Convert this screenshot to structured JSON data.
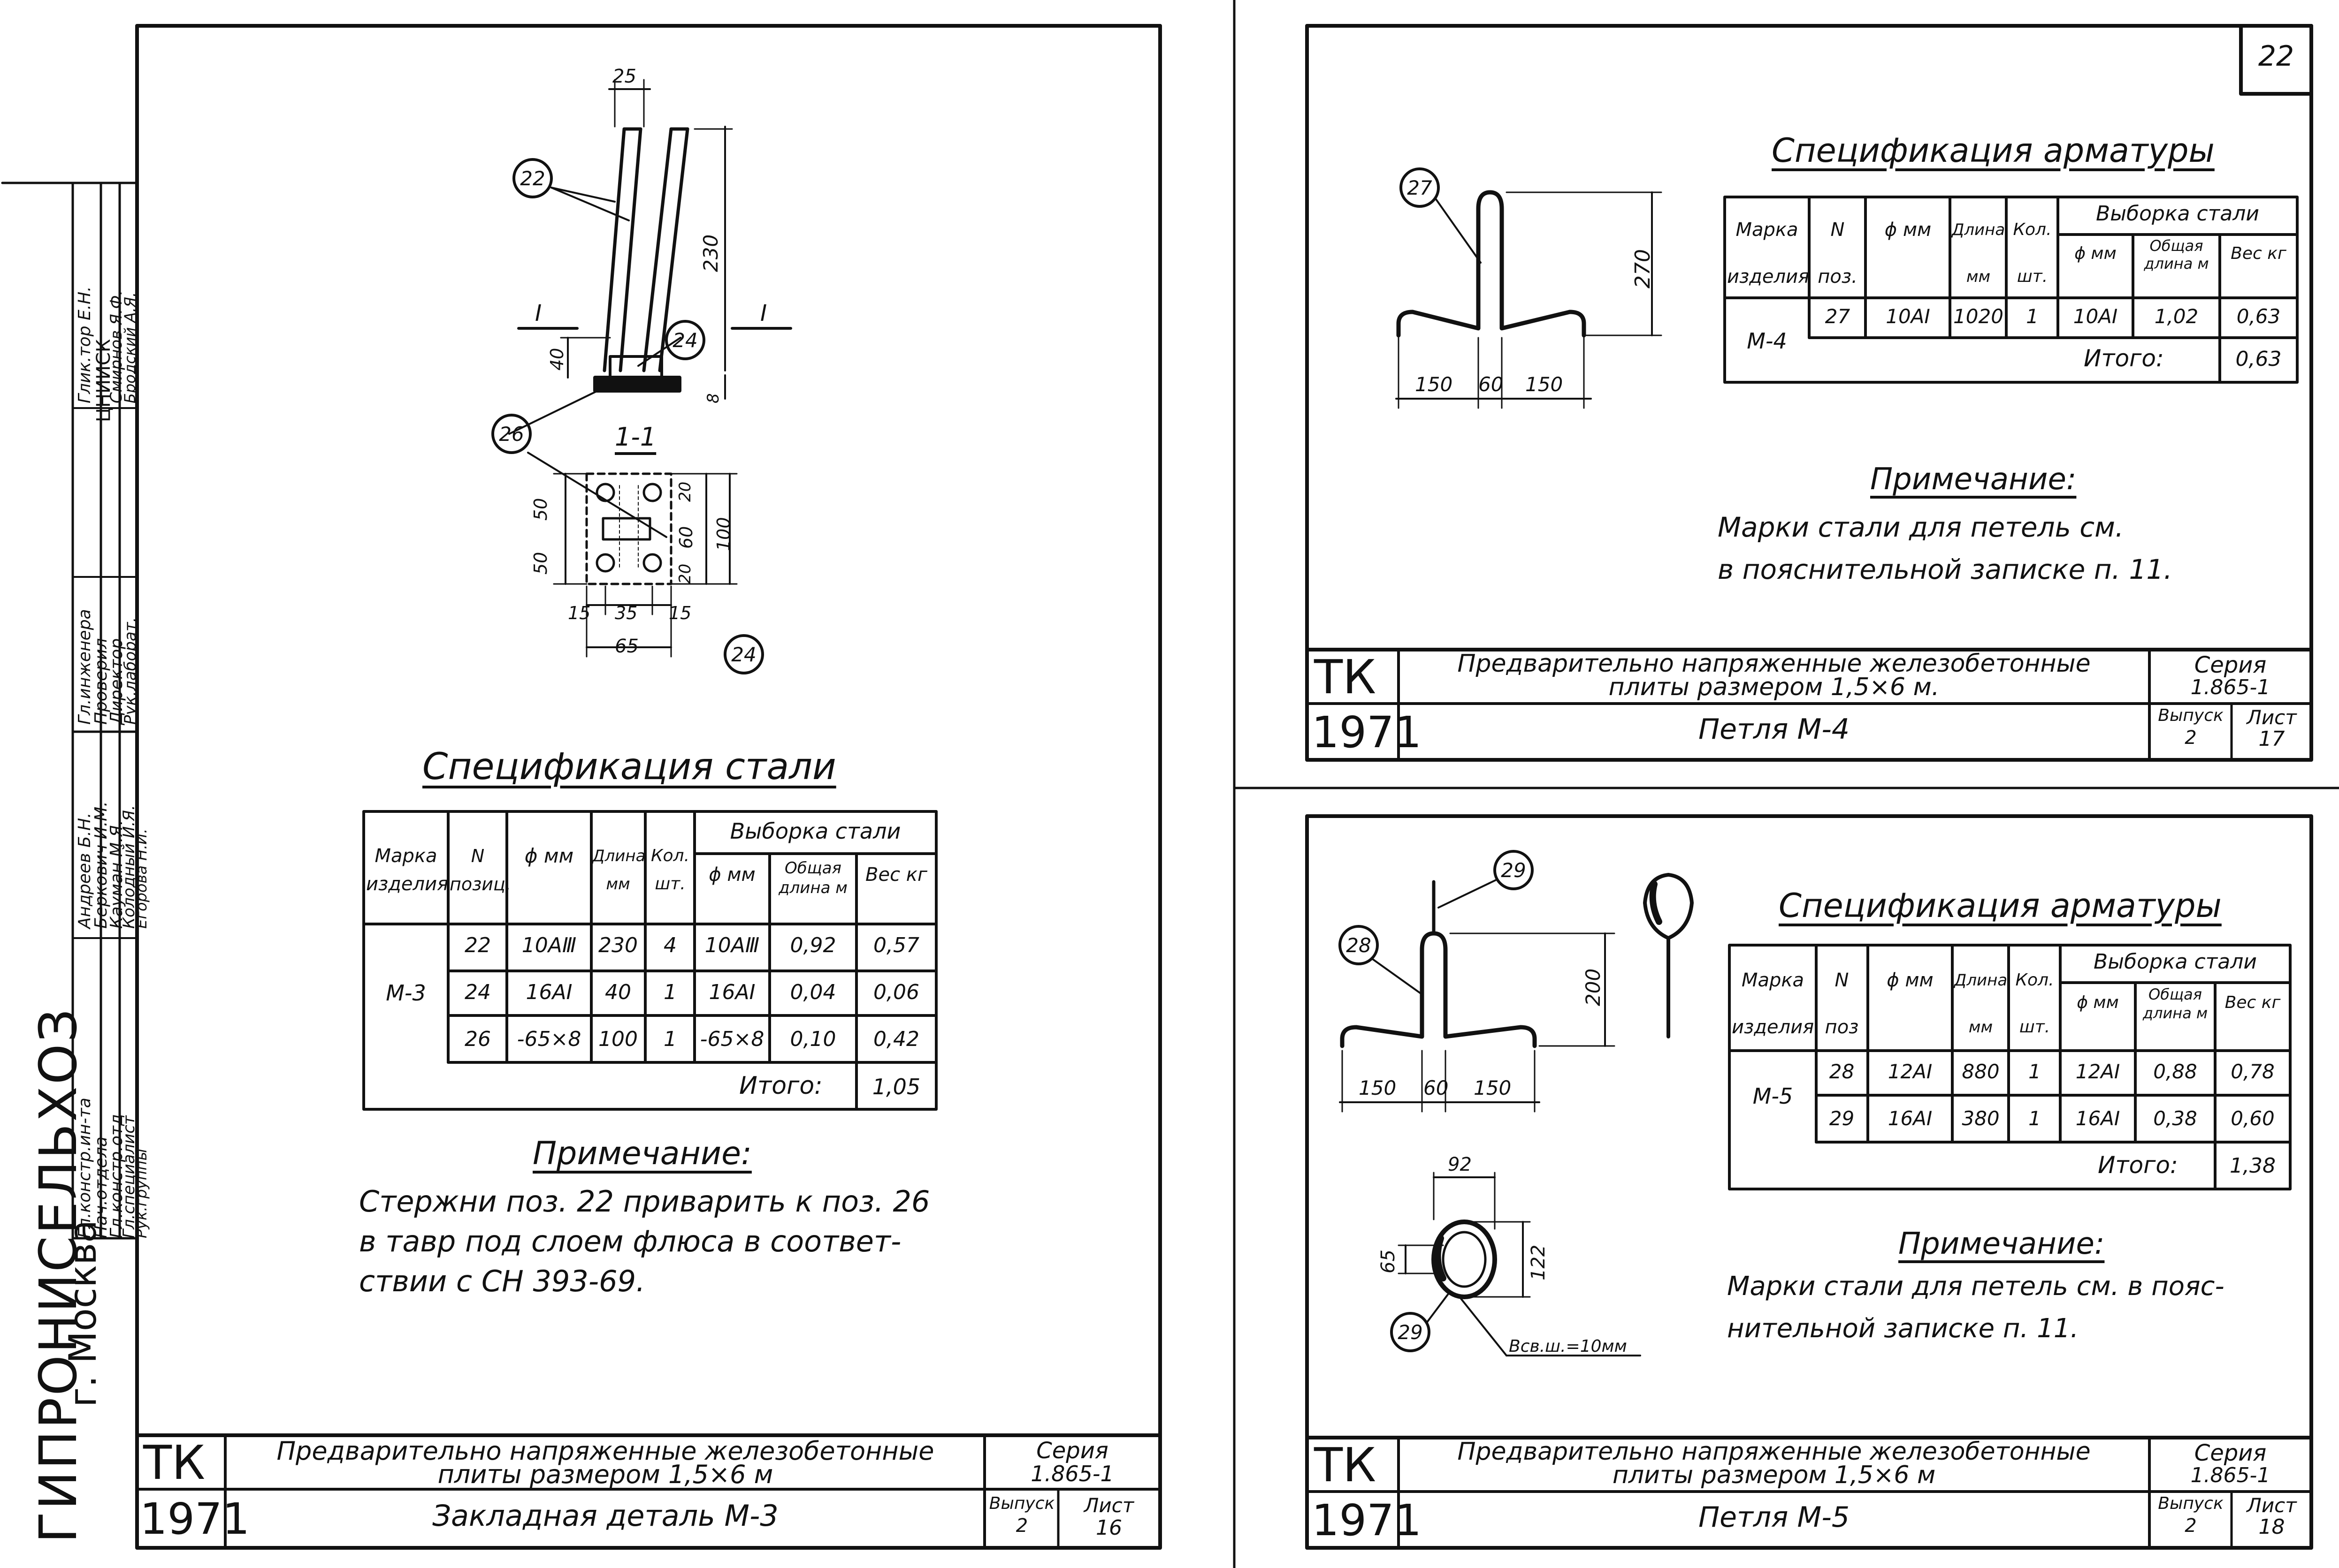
{
  "left_sheet": {
    "stamp": {
      "org": "ГИПРОНИСЕЛЬХОЗ",
      "city": "г. Москва",
      "roles": [
        "Гл.констр.ин-та",
        "Нач.отдела",
        "Гл.констр.отд",
        "Гл.специалист",
        "Рук.группы",
        "Гл.инженера",
        "Проверил",
        "Директор",
        "Рук.лаборат."
      ],
      "names": [
        "Андреев Б.Н.",
        "Беркович И.М.",
        "Кауман М.Я.",
        "Колодный И.Я.",
        "Егорова Н.И.",
        "Глик.тор Е.Н.",
        "ЦНИИСК",
        "Смирнов Я.Ф.",
        "Бродский А.Я."
      ]
    },
    "drawing": {
      "dims": [
        "25",
        "230",
        "40",
        "8",
        "50",
        "50",
        "20",
        "60",
        "20",
        "100",
        "15",
        "35",
        "15",
        "65"
      ],
      "positions": [
        "22",
        "24",
        "26",
        "24"
      ],
      "section_marks": [
        "I",
        "I"
      ],
      "section_title": "1-1"
    },
    "spec": {
      "title": "Спецификация стали",
      "headers": {
        "mark": "Марка изделия",
        "pos": "N позиц.",
        "phi": "ϕ мм",
        "len": "Длина мм",
        "qty": "Кол. шт.",
        "sel": "Выборка стали",
        "sel_phi": "ϕ мм",
        "sel_total": "Общая длина м",
        "sel_weight": "Вес кг"
      },
      "mark": "М-3",
      "rows": [
        [
          "22",
          "10АⅢ",
          "230",
          "4",
          "10АⅢ",
          "0,92",
          "0,57"
        ],
        [
          "24",
          "16АI",
          "40",
          "1",
          "16АI",
          "0,04",
          "0,06"
        ],
        [
          "26",
          "-65×8",
          "100",
          "1",
          "-65×8",
          "0,10",
          "0,42"
        ]
      ],
      "total_label": "Итого:",
      "total_value": "1,05"
    },
    "note": {
      "title": "Примечание:",
      "lines": [
        "Стержни поз. 22 приварить к поз. 26",
        "в тавр под слоем флюса в соответ-",
        "ствии с СН 393-69."
      ]
    },
    "title_block": {
      "tk": "ТК",
      "year": "1971",
      "title_line1": "Предварительно напряженные железобетонные",
      "title_line2": "плиты размером 1,5×6 м",
      "name": "Закладная деталь М-3",
      "series_label": "Серия",
      "series": "1.865-1",
      "issue_label": "Выпуск",
      "issue": "2",
      "sheet_label": "Лист",
      "sheet": "16"
    }
  },
  "right_top_sheet": {
    "page_number": "22",
    "drawing": {
      "dims": [
        "270",
        "150",
        "60",
        "150"
      ],
      "position": "27"
    },
    "spec": {
      "title": "Спецификация арматуры",
      "headers": {
        "mark": "Марка изделия",
        "pos": "N поз.",
        "phi": "ϕ мм",
        "len": "Длина мм",
        "qty": "Кол. шт.",
        "sel": "Выборка стали",
        "sel_phi": "ϕ мм",
        "sel_total": "Общая длина м",
        "sel_weight": "Вес кг"
      },
      "mark": "М-4",
      "rows": [
        [
          "27",
          "10АI",
          "1020",
          "1",
          "10АI",
          "1,02",
          "0,63"
        ]
      ],
      "total_label": "Итого:",
      "total_value": "0,63"
    },
    "note": {
      "title": "Примечание:",
      "lines": [
        "Марки стали для петель см.",
        "в пояснительной записке п. 11."
      ]
    },
    "title_block": {
      "tk": "ТК",
      "year": "1971",
      "title_line1": "Предварительно напряженные железобетонные",
      "title_line2": "плиты размером 1,5×6 м.",
      "name": "Петля М-4",
      "series_label": "Серия",
      "series": "1.865-1",
      "issue_label": "Выпуск",
      "issue": "2",
      "sheet_label": "Лист",
      "sheet": "17"
    }
  },
  "right_bottom_sheet": {
    "drawing": {
      "dims": [
        "200",
        "150",
        "60",
        "150",
        "92",
        "65",
        "122"
      ],
      "positions": [
        "29",
        "28",
        "29"
      ],
      "weld_note": "Всв.ш.=10мм"
    },
    "spec": {
      "title": "Спецификация арматуры",
      "headers": {
        "mark": "Марка изделия",
        "pos": "N поз",
        "phi": "ϕ мм",
        "len": "Длина мм",
        "qty": "Кол. шт.",
        "sel": "Выборка стали",
        "sel_phi": "ϕ мм",
        "sel_total": "Общая длина м",
        "sel_weight": "Вес кг"
      },
      "mark": "М-5",
      "rows": [
        [
          "28",
          "12АI",
          "880",
          "1",
          "12АI",
          "0,88",
          "0,78"
        ],
        [
          "29",
          "16АI",
          "380",
          "1",
          "16АI",
          "0,38",
          "0,60"
        ]
      ],
      "total_label": "Итого:",
      "total_value": "1,38"
    },
    "note": {
      "title": "Примечание:",
      "lines": [
        "Марки стали для петель см. в пояс-",
        "нительной записке п. 11."
      ]
    },
    "title_block": {
      "tk": "ТК",
      "year": "1971",
      "title_line1": "Предварительно напряженные железобетонные",
      "title_line2": "плиты размером 1,5×6 м",
      "name": "Петля М-5",
      "series_label": "Серия",
      "series": "1.865-1",
      "issue_label": "Выпуск",
      "issue": "2",
      "sheet_label": "Лист",
      "sheet": "18"
    }
  }
}
